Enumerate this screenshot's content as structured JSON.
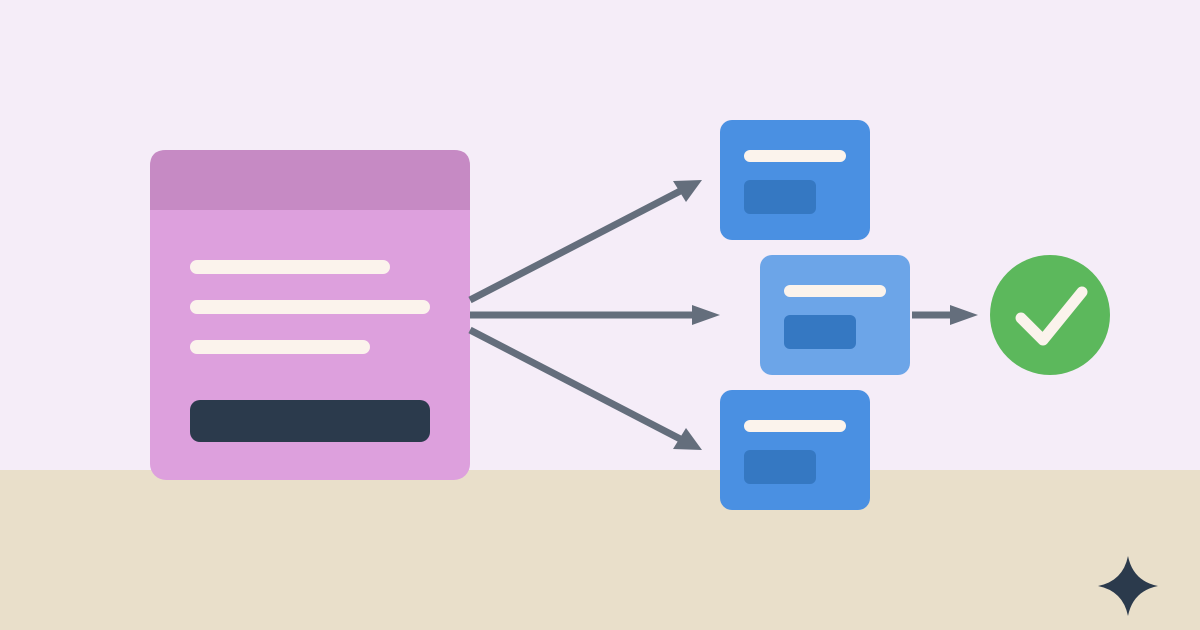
{
  "colors": {
    "background_top": "#F5EDF8",
    "background_bottom": "#E9DFCA",
    "source_card_body": "#DDA0DD",
    "source_card_header": "#C68AC4",
    "text_line_light": "#FBF3EC",
    "dark_button": "#2B3A4C",
    "arrow": "#646E7C",
    "target_card": "#4A90E2",
    "target_card_highlight": "#6CA5E8",
    "target_card_inner": "#3578C2",
    "success": "#5CB85C",
    "check_mark": "#FBF3EC",
    "sparkle": "#2B3A4C"
  },
  "icons": {
    "success_icon": "checkmark-circle-icon",
    "corner_icon": "four-point-star-icon"
  },
  "diagram": {
    "source_text_lines": 3,
    "target_cards": 3,
    "selected_target_index": 1
  }
}
